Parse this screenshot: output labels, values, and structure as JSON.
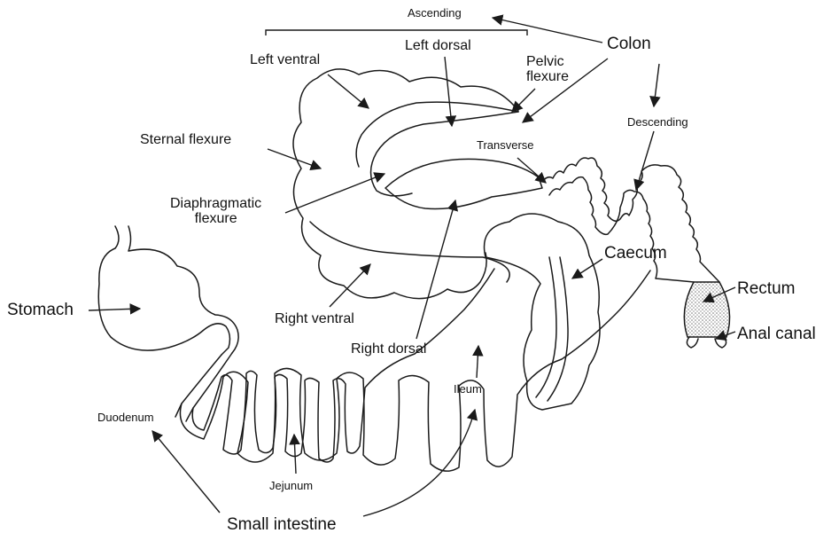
{
  "figure": {
    "labels": {
      "ascending": "Ascending",
      "colon": "Colon",
      "left_dorsal": "Left dorsal",
      "left_ventral": "Left ventral",
      "pelvic_flexure": "Pelvic\nflexure",
      "descending": "Descending",
      "transverse": "Transverse",
      "sternal_flexure": "Sternal flexure",
      "diaphragmatic_flexure": "Diaphragmatic\nflexure",
      "caecum": "Caecum",
      "rectum": "Rectum",
      "anal_canal": "Anal canal",
      "stomach": "Stomach",
      "right_ventral": "Right ventral",
      "right_dorsal": "Right dorsal",
      "ileum": "Ileum",
      "duodenum": "Duodenum",
      "jejunum": "Jejunum",
      "small_intestine": "Small intestine"
    },
    "colors": {
      "ink": "#1a1a1a",
      "rectum_fill": "#c8c8c8"
    }
  }
}
